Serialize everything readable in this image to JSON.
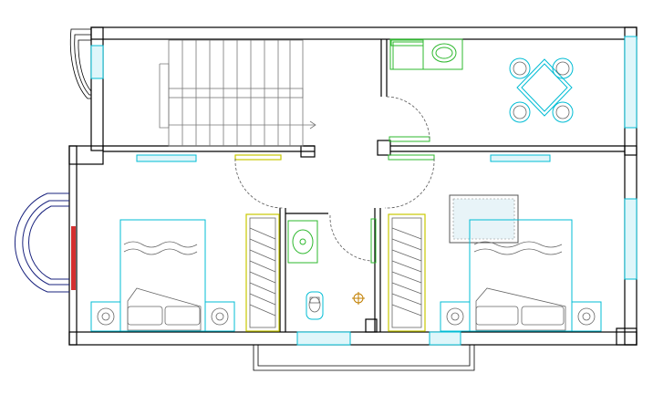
{
  "drawing": {
    "type": "floor-plan",
    "rooms": [
      "staircase",
      "kitchen",
      "dining",
      "bedroom-left",
      "bathroom",
      "bedroom-right"
    ],
    "fixtures": {
      "beds": 2,
      "wardrobes": 2,
      "bedside_tables": 4,
      "dining_chairs": 4,
      "washbasins": 2,
      "toilets": 1
    },
    "colors": {
      "walls": "#000000",
      "windows": "#00bcd4",
      "fixtures": "#2eb82e",
      "wardrobes": "#c9c900",
      "balcony_rail": "#1a237e",
      "accent": "#d32f2f"
    }
  }
}
